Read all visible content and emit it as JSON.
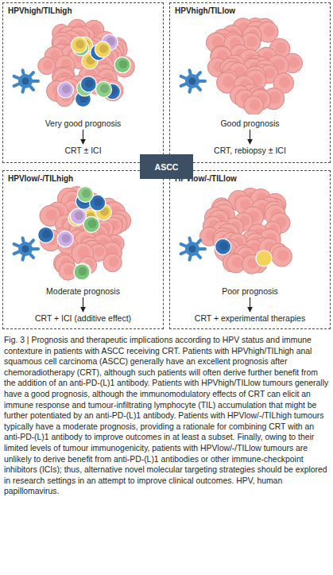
{
  "diagram": {
    "caption": "Fig. 3 | Prognosis and therapeutic implications according to HPV status and immune contexture in patients with ASCC receiving CRT. Patients with HPVhigh/TILhigh anal squamous cell carcinoma (ASCC) generally have an excellent prognosis after chemoradiotherapy (CRT), although such patients will often derive further benefit from the addition of an anti-PD-(L)1 antibody. Patients with HPVhigh/TILlow tumours generally have a good prognosis, although the immunomodulatory effects of CRT can elicit an immune response and tumour-infiltrating lymphocyte (TIL) accumulation that might be further potentiated by an anti-PD-(L)1 antibody. Patients with HPVlow/-/TILhigh tumours typically have a moderate prognosis, providing a rationale for combining CRT with an anti-PD-(L)1 antibody to improve outcomes in at least a subset. Finally, owing to their limited levels of tumour immunogenicity, patients with HPVlow/-/TILlow tumours are unlikely to derive benefit from anti-PD-(L)1 antibodies or other immune-checkpoint inhibitors (ICIs); thus, alternative novel molecular targeting strategies should be explored in research settings in an attempt to improve clinical outcomes. HPV, human papillomavirus.",
    "nodes": [
      {
        "text": [
          "HPVhigh/TILhigh"
        ]
      },
      {
        "text": [
          "Very good prognosis"
        ],
        "in": 0
      },
      {
        "text": [
          "CRT ± ICI"
        ],
        "in": 0
      },
      {
        "text": [
          "HPVhigh/TILlow"
        ]
      },
      {
        "text": [
          "Good prognosis"
        ],
        "in": 3
      },
      {
        "text": [
          "CRT, rebiopsy ± ICI"
        ],
        "in": 3
      },
      {
        "text": [
          "ASCC"
        ]
      },
      {
        "text": [
          "HPVlow/-/TILhigh"
        ]
      },
      {
        "text": [
          "Moderate prognosis"
        ],
        "in": 7
      },
      {
        "text": [
          "CRT + ICI (additive effect)"
        ],
        "in": 7
      },
      {
        "text": [
          "HPVlow/-/TILlow"
        ]
      },
      {
        "text": [
          "Poor prognosis"
        ],
        "in": 10
      },
      {
        "text": [
          "CRT + experimental therapies"
        ],
        "in": 10
      }
    ],
    "edges": [
      {
        "from": 1,
        "to": 2,
        "arrow": "to"
      },
      {
        "from": 4,
        "to": 5,
        "arrow": "to"
      },
      {
        "from": 8,
        "to": 9,
        "arrow": "to"
      },
      {
        "from": 11,
        "to": 12,
        "arrow": "to"
      }
    ]
  }
}
